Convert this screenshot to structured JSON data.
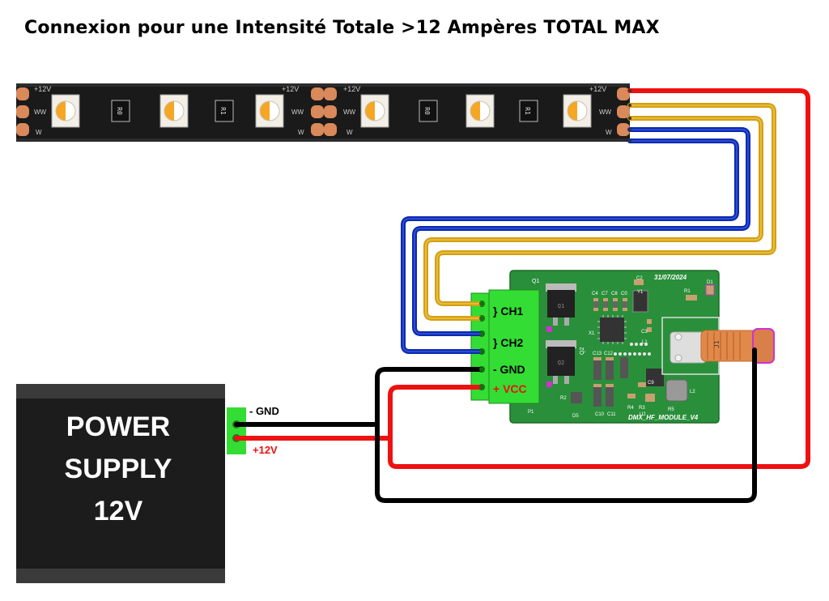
{
  "title": "Connexion pour une Intensité Totale >12 Ampères TOTAL MAX",
  "colors": {
    "wire_red": "#ee1111",
    "wire_yellow": "#d4a010",
    "wire_blue": "#0a2ab0",
    "wire_black": "#000000",
    "pcb_green": "#2a8f3a",
    "terminal_green": "#33dd33",
    "strip_black": "#1a1a1a",
    "led_warm": "#f5a623",
    "led_white": "#ffffff"
  },
  "led_strip": {
    "plus_label": "+12V",
    "ww_label": "WW",
    "w_label": "W",
    "resistor_labels": [
      "R0",
      "R1",
      "R0",
      "R1"
    ]
  },
  "terminal_block": {
    "ch1": "} CH1",
    "ch2": "} CH2",
    "gnd": "- GND",
    "vcc": "+ VCC"
  },
  "pcb": {
    "date": "31/07/2024",
    "module_name": "DMX_HF_MODULE_V4",
    "refs": {
      "q1": "Q1",
      "q2": "Q2",
      "c2": "C2",
      "y1": "Y1",
      "r1": "R1",
      "d1": "D1",
      "c4": "C4",
      "c7": "C7",
      "c8": "C8",
      "c0": "C0",
      "x1": "X1",
      "c3": "C3",
      "l1": "L1",
      "c13": "C13",
      "c12": "C12",
      "c9": "C9",
      "l2": "L2",
      "r5": "R5",
      "r2": "R2",
      "p1": "P1",
      "d5": "D5",
      "c10": "C10",
      "c11": "C11",
      "r4": "R4",
      "r3": "R3",
      "u2": "U2",
      "j1": "J1"
    }
  },
  "power_supply": {
    "line1": "POWER",
    "line2": "SUPPLY",
    "line3": "12V",
    "gnd_label": "- GND",
    "plus_label": "+12V"
  }
}
